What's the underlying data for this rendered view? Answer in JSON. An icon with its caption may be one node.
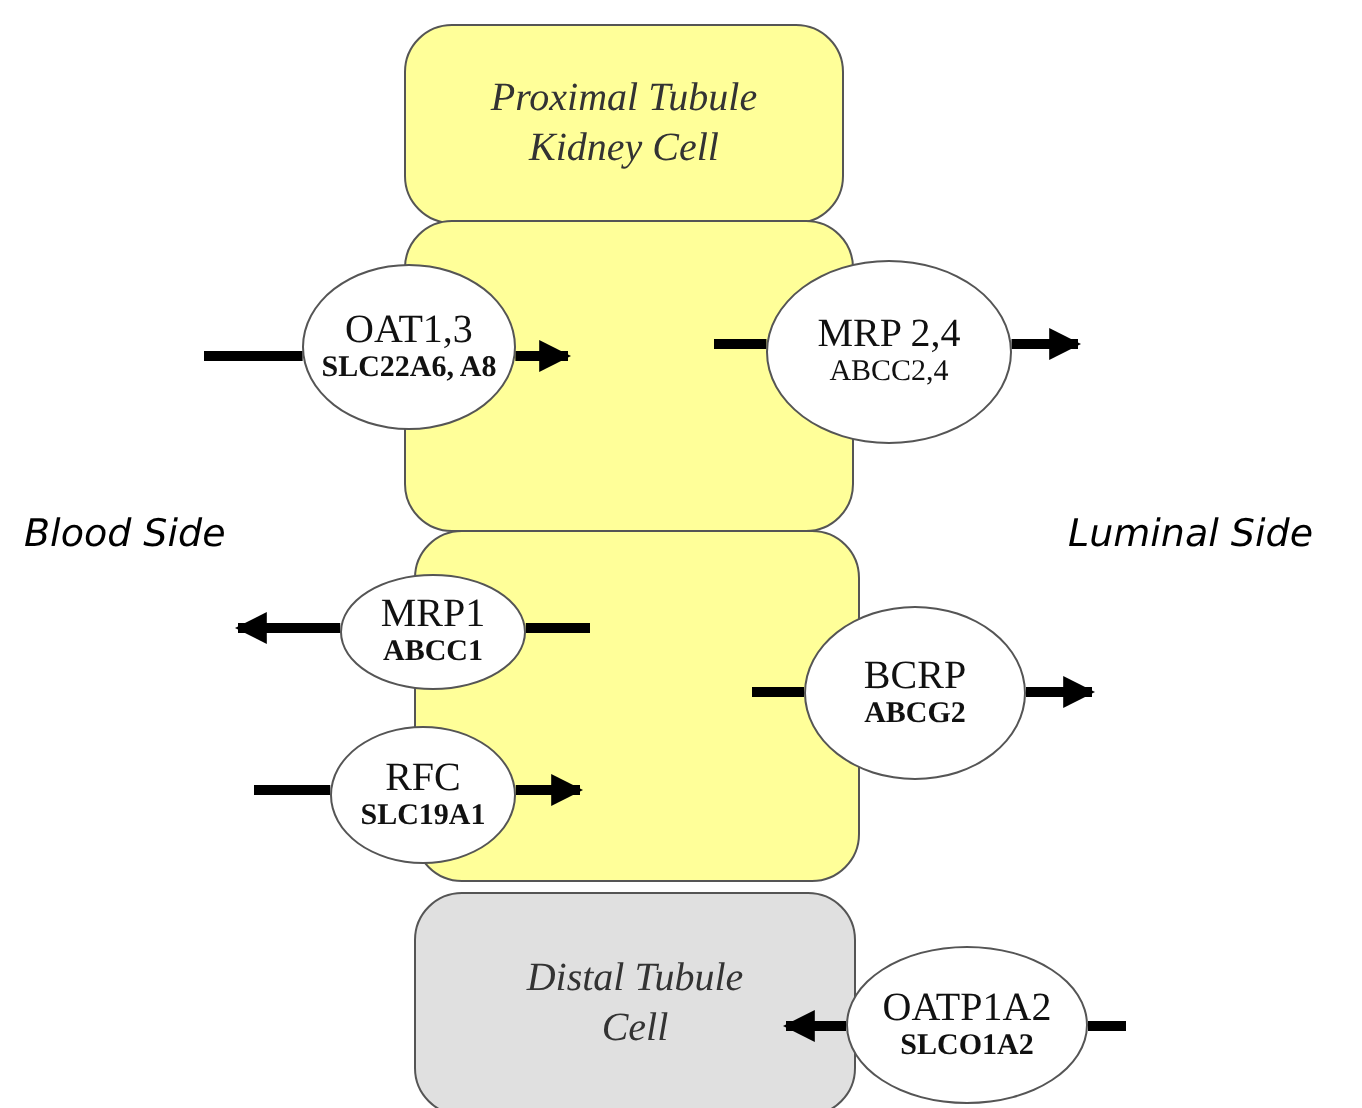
{
  "diagram": {
    "nodes": [
      {
        "text": [
          "Proximal Tubule Kidney Cell"
        ]
      },
      {
        "text": [],
        "shape": "box"
      },
      {
        "text": [
          "OAT1,3",
          "SLC22A6, A8"
        ]
      },
      {
        "text": [
          "MRP 2,4",
          "ABCC2,4"
        ]
      },
      {
        "text": [],
        "shape": "box"
      },
      {
        "text": [
          "MRP1",
          "ABCC1"
        ]
      },
      {
        "text": [
          "BCRP",
          "ABCG2"
        ]
      },
      {
        "text": [
          "RFC",
          "SLC19A1"
        ]
      },
      {
        "text": [
          "Distal Tubule Cell"
        ]
      },
      {
        "text": [
          "OATP1A2",
          "SLCO1A2"
        ]
      }
    ],
    "edges": [
      {
        "from": null,
        "to": 2,
        "arrow": "none"
      },
      {
        "from": 2,
        "to": 1,
        "arrow": "to"
      },
      {
        "from": 1,
        "to": 3,
        "arrow": "none"
      },
      {
        "from": 3,
        "to": null,
        "arrow": "to"
      },
      {
        "from": 4,
        "to": 5,
        "arrow": "none"
      },
      {
        "from": 5,
        "to": null,
        "arrow": "to"
      },
      {
        "from": 4,
        "to": 6,
        "arrow": "none"
      },
      {
        "from": 6,
        "to": null,
        "arrow": "to"
      },
      {
        "from": null,
        "to": 7,
        "arrow": "none"
      },
      {
        "from": 7,
        "to": 4,
        "arrow": "to"
      },
      {
        "from": null,
        "to": 9,
        "arrow": "none"
      },
      {
        "from": 9,
        "to": 8,
        "arrow": "to"
      }
    ],
    "labels": [
      "Blood Side",
      "Luminal Side"
    ]
  }
}
